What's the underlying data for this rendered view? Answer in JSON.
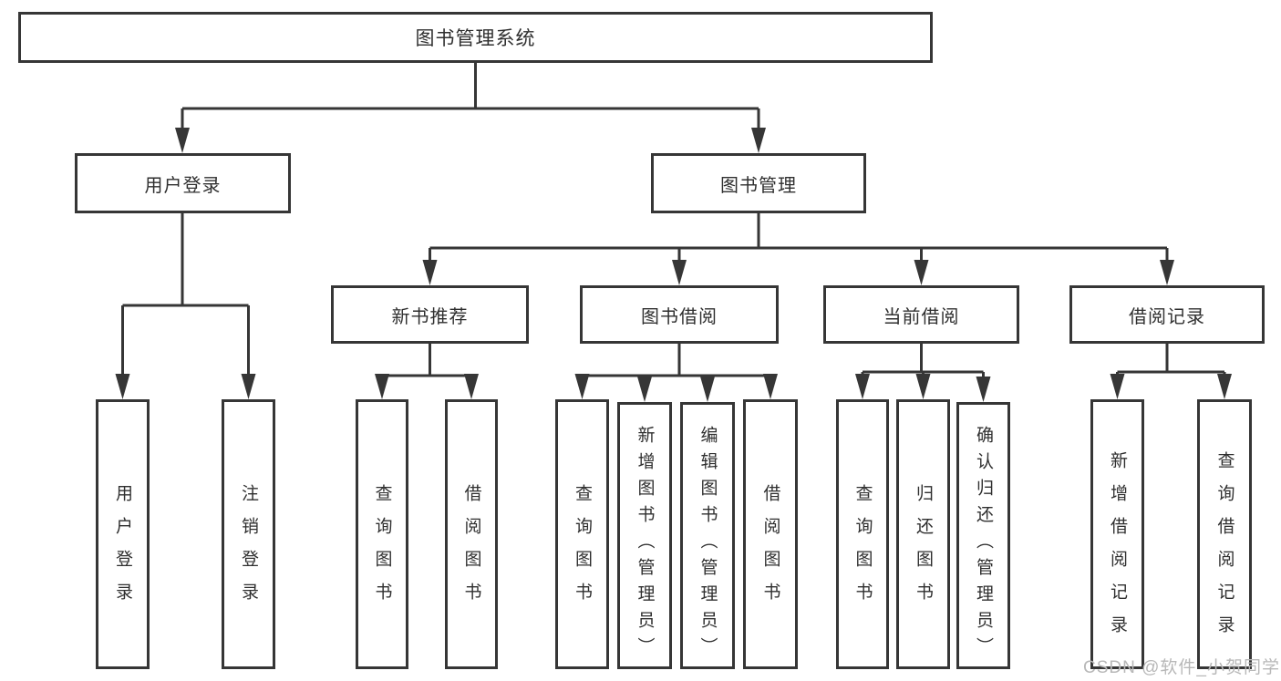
{
  "diagram": {
    "root_label": "图书管理系统",
    "level2": [
      {
        "label": "用户登录",
        "leaves": [
          "用户登录",
          "注销登录"
        ]
      },
      {
        "label": "图书管理",
        "level3": [
          {
            "label": "新书推荐",
            "leaves": [
              "查询图书",
              "借阅图书"
            ]
          },
          {
            "label": "图书借阅",
            "leaves": [
              "查询图书",
              "新增图书（管理员）",
              "编辑图书（管理员）",
              "借阅图书"
            ]
          },
          {
            "label": "当前借阅",
            "leaves": [
              "查询图书",
              "归还图书",
              "确认归还（管理员）"
            ]
          },
          {
            "label": "借阅记录",
            "leaves": [
              "新增借阅记录",
              "查询借阅记录"
            ]
          }
        ]
      }
    ]
  },
  "watermark": {
    "text": "CSDN @软件_小贺同学"
  },
  "colors": {
    "line": "#363636",
    "text": "#2f2f2f",
    "watermark": "#b8b8b8",
    "background": "#ffffff"
  }
}
